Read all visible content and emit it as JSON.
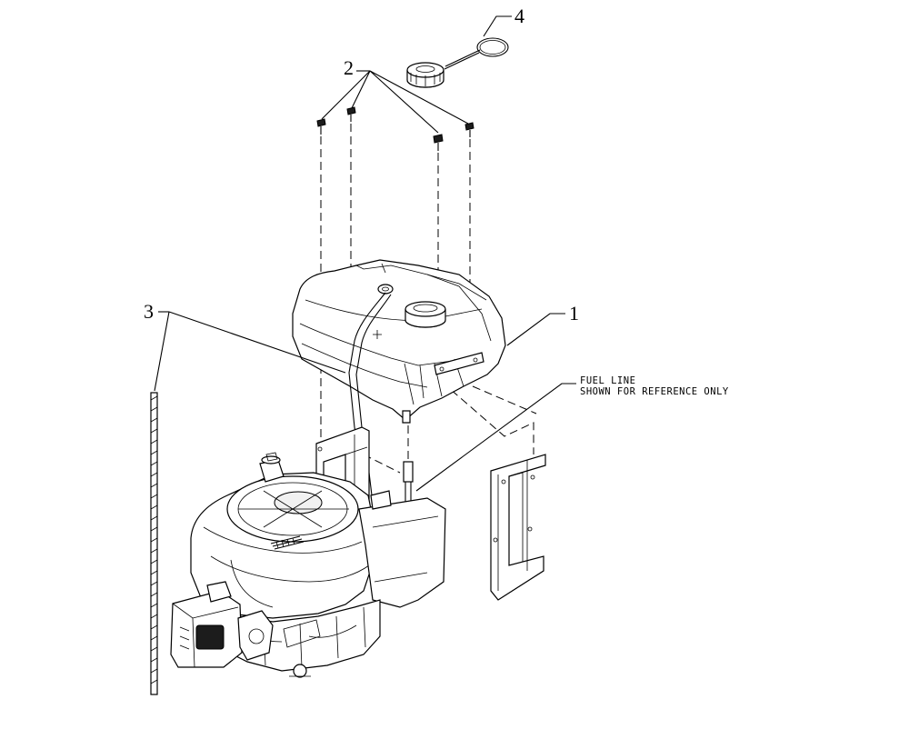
{
  "callouts": {
    "c1": "1",
    "c2": "2",
    "c3": "3",
    "c4": "4"
  },
  "fuel_line_note": {
    "line1": "FUEL LINE",
    "line2": "SHOWN FOR REFERENCE ONLY"
  }
}
